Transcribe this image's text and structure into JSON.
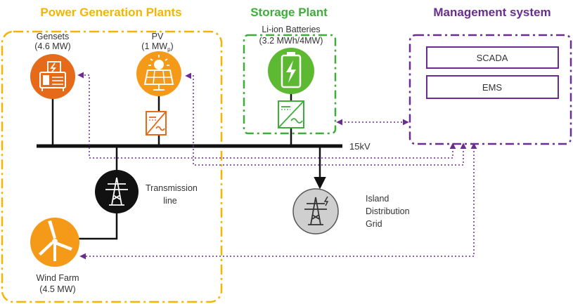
{
  "sections": {
    "power_generation": "Power Generation Plants",
    "storage": "Storage Plant",
    "management": "Management system"
  },
  "nodes": {
    "gensets": {
      "name": "Gensets",
      "rating": "(4.6 MW)"
    },
    "pv": {
      "name": "PV",
      "rating": "(1 MW",
      "rating_sub": "p",
      "rating_end": ")"
    },
    "batteries": {
      "name": "Li-ion Batteries",
      "rating": "(3.2 MWh/4MW)"
    },
    "transmission": {
      "line1": "Transmission",
      "line2": "line"
    },
    "island_grid": {
      "line1": "Island",
      "line2": "Distribution",
      "line3": "Grid"
    },
    "wind_farm": {
      "name": "Wind Farm",
      "rating": "(4.5 MW)"
    }
  },
  "bus": {
    "label": "15kV"
  },
  "management": {
    "scada": "SCADA",
    "ems": "EMS"
  },
  "colors": {
    "generation": "#F5B400",
    "storage": "#3DAE3A",
    "management": "#6B2C91",
    "genset_icon": "#E56A1A",
    "pv_icon": "#F59A18",
    "battery_icon": "#5DB832",
    "wind_icon": "#F59A18",
    "bus": "#111111",
    "signal": "#6B2C91"
  }
}
